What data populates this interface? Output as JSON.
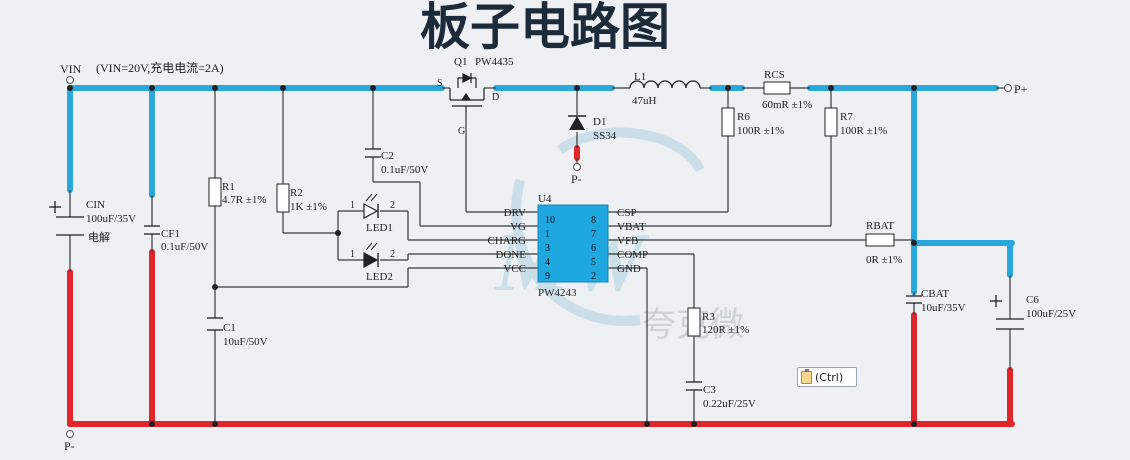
{
  "title": "板子电路图",
  "note": "(VIN=20V,充电电流=2A)",
  "nets": {
    "vin": "VIN",
    "p_plus": "P+",
    "p_minus_left": "P-",
    "p_minus_d1": "P-"
  },
  "watermark": "夸克微",
  "components": {
    "q1": {
      "ref": "Q1",
      "part": "PW4435",
      "pin_s": "S",
      "pin_d": "D",
      "pin_g": "G"
    },
    "d1": {
      "ref": "D1",
      "part": "SS34"
    },
    "l1": {
      "ref": "L1",
      "value": "47uH"
    },
    "rcs": {
      "ref": "RCS",
      "value": "60mR ±1%"
    },
    "r6": {
      "ref": "R6",
      "value": "100R ±1%"
    },
    "r7": {
      "ref": "R7",
      "value": "100R ±1%"
    },
    "cin": {
      "ref": "CIN",
      "value": "100uF/35V",
      "type": "电解"
    },
    "cf1": {
      "ref": "CF1",
      "value": "0.1uF/50V"
    },
    "r1": {
      "ref": "R1",
      "value": "4.7R ±1%"
    },
    "r2": {
      "ref": "R2",
      "value": "1K ±1%"
    },
    "c2": {
      "ref": "C2",
      "value": "0.1uF/50V"
    },
    "c1": {
      "ref": "C1",
      "value": "10uF/50V"
    },
    "led1": {
      "ref": "LED1",
      "pin1": "1",
      "pin2": "2"
    },
    "led2": {
      "ref": "LED2",
      "pin1": "1",
      "pin2": "2"
    },
    "r3": {
      "ref": "R3",
      "value": "120R ±1%"
    },
    "c3": {
      "ref": "C3",
      "value": "0.22uF/25V"
    },
    "rbat": {
      "ref": "RBAT",
      "value": "0R ±1%"
    },
    "cbat": {
      "ref": "CBAT",
      "value": "10uF/35V"
    },
    "c6": {
      "ref": "C6",
      "value": "100uF/25V"
    }
  },
  "ic": {
    "ref": "U4",
    "part": "PW4243",
    "left_pins": [
      {
        "name": "DRV",
        "num": "10"
      },
      {
        "name": "VG",
        "num": "1"
      },
      {
        "name": "CHARG",
        "num": "3"
      },
      {
        "name": "DONE",
        "num": "4"
      },
      {
        "name": "VCC",
        "num": "9"
      }
    ],
    "right_pins": [
      {
        "name": "CSP",
        "num": "8"
      },
      {
        "name": "VBAT",
        "num": "7"
      },
      {
        "name": "VFB",
        "num": "6"
      },
      {
        "name": "COMP",
        "num": "5"
      },
      {
        "name": "GND",
        "num": "2"
      }
    ]
  },
  "paste_chip": {
    "label": "(Ctrl)",
    "icon": "clipboard-icon"
  },
  "colors": {
    "power": "#2aa8dc",
    "ground": "#e0262b",
    "wire": "#3a3a3a",
    "ic_fill": "#1fa7e0",
    "watermark": "#c6dde8"
  }
}
